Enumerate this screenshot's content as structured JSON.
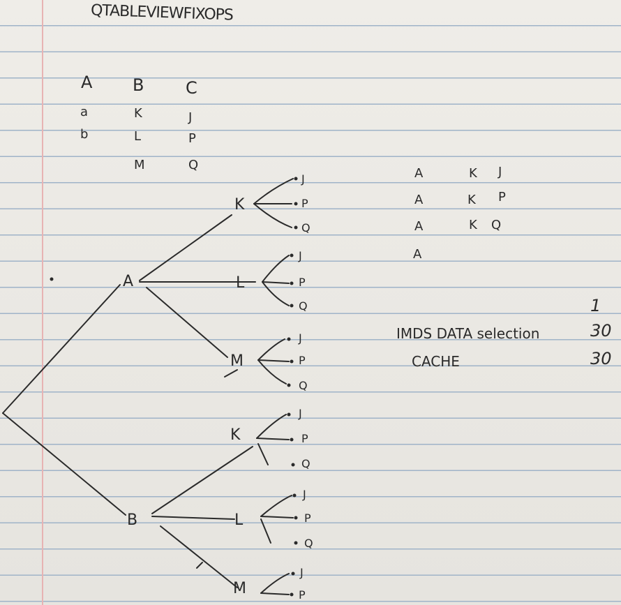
{
  "title": "QTABLEVIEWFIXOPS",
  "table": {
    "headers": [
      "A",
      "B",
      "C"
    ],
    "col_a": [
      "a",
      "b"
    ],
    "col_b": [
      "K",
      "L",
      "M"
    ],
    "col_c": [
      "J",
      "P",
      "Q"
    ]
  },
  "tree": {
    "root_children": [
      "A",
      "B"
    ],
    "mid": [
      "K",
      "L",
      "M",
      "K",
      "L",
      "M"
    ],
    "leaves": [
      "J",
      "P",
      "Q",
      "J",
      "P",
      "Q",
      "J",
      "P",
      "Q",
      "J",
      "P",
      "Q",
      "J",
      "P",
      "Q",
      "J",
      "P"
    ]
  },
  "combos": [
    [
      "A",
      "K",
      "J"
    ],
    [
      "A",
      "K",
      "P"
    ],
    [
      "A",
      "K",
      "Q"
    ],
    [
      "A",
      "",
      ""
    ]
  ],
  "notes": {
    "line1": "IMDS DATA selection",
    "line2": "CACHE",
    "num0": "1",
    "num1": "30",
    "num2": "30"
  }
}
